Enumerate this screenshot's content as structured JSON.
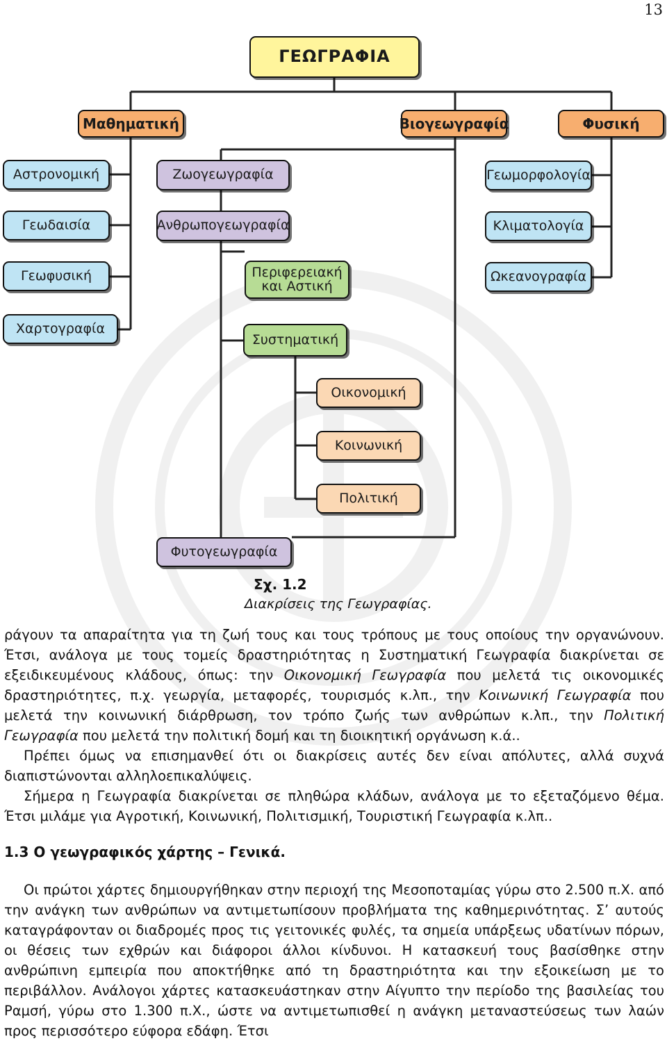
{
  "page_number": "13",
  "diagram": {
    "root": "ΓΕΩΓΡΑΦΙΑ",
    "categories": {
      "math": "Μαθηματική",
      "bio": "Βιογεωγραφία",
      "phys": "Φυσική"
    },
    "math_branches": [
      "Αστρονομική",
      "Γεωδαισία",
      "Γεωφυσική",
      "Χαρτογραφία"
    ],
    "bio_branches": {
      "zoo": "Ζωογεωγραφία",
      "anthropo": "Ανθρωπογεωγραφία",
      "regional": "Περιφερειακή\nκαι Αστική",
      "systematic": "Συστηματική",
      "systematic_branches": [
        "Οικονομική",
        "Κοινωνική",
        "Πολιτική"
      ],
      "phyto": "Φυτογεωγραφία"
    },
    "phys_branches": [
      "Γεωμορφολογία",
      "Κλιματολογία",
      "Ωκεανογραφία"
    ],
    "colors": {
      "root": "#fff59c",
      "category": "#f7ae6f",
      "math_branch": "#bfe4f4",
      "bio_branch": "#cfc3df",
      "systematic": "#b7dc95",
      "systematic_branch": "#fbd8b4"
    }
  },
  "caption": {
    "number": "Σχ. 1.2",
    "text": "Διακρίσεις της Γεωγραφίας."
  },
  "body": {
    "p1": {
      "t1": "ράγουν τα απαραίτητα για τη ζωή τους και τους τρόπους με τους οποίους την οργανώνουν. Έτσι, ανάλογα με τους τομείς δραστηριότητας η Συστηματική Γεωγραφία διακρίνεται σε εξειδικευμένους κλάδους, όπως: την ",
      "i1": "Οικονομική Γεωγραφία",
      "t2": " που μελετά τις οικονομικές δραστηριότητες, π.χ. γεωργία, μεταφορές, τουρισμός κ.λπ., την ",
      "i2": "Κοινωνική Γεωγραφία",
      "t3": " που μελετά την κοινωνική διάρθρωση, τον τρόπο ζωής των ανθρώπων κ.λπ., την ",
      "i3": "Πολιτική Γεωγραφία",
      "t4": " που μελετά την πολιτική δομή και τη διοικητική οργάνωση κ.ά.."
    },
    "p2": "Πρέπει όμως να επισημανθεί ότι οι διακρίσεις αυτές δεν είναι απόλυτες, αλλά συχνά διαπιστώνονται αλληλοεπικαλύψεις.",
    "p3": "Σήμερα η Γεωγραφία διακρίνεται σε πληθώρα κλάδων, ανάλογα με το εξεταζόμενο θέμα. Έτσι μιλάμε για Αγροτική, Κοινωνική, Πολιτισμική, Τουριστική Γεωγραφία κ.λπ..",
    "heading": "1.3 Ο γεωγραφικός χάρτης – Γενικά.",
    "p4": "Οι πρώτοι χάρτες δημιουργήθηκαν στην περιοχή της Μεσοποταμίας γύρω στο 2.500 π.Χ. από την ανάγκη των ανθρώπων να αντιμετωπίσουν προβλήματα της καθημερινότητας. Σ’ αυτούς καταγράφονταν οι διαδρομές προς τις γειτονικές φυλές, τα σημεία υπάρξεως υδατίνων πόρων, οι θέσεις των εχθρών και διάφοροι άλλοι κίνδυνοι. Η κατασκευή τους βασίσθηκε στην ανθρώπινη εμπειρία που αποκτήθηκε από τη δραστηριότητα και την εξοικείωση με το περιβάλλον. Ανάλογοι χάρτες κατασκευάστηκαν στην Αίγυπτο την περίοδο της βασιλείας του Ραμσή, γύρω στο 1.300 π.Χ., ώστε να αντιμετωπισθεί η ανάγκη μεταναστεύσεως των λαών προς περισσότερο εύφορα εδάφη. Έτσι"
  }
}
